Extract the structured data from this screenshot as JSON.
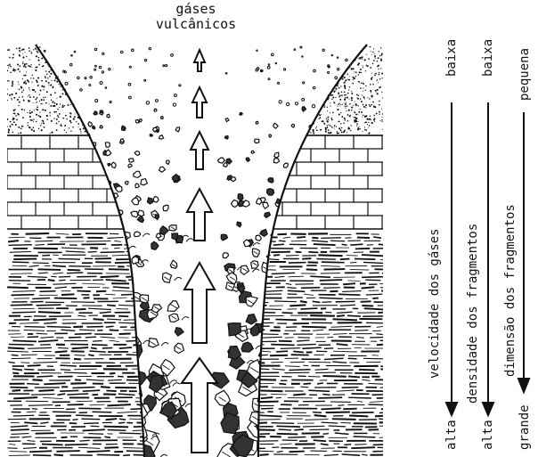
{
  "title": {
    "line1": "gáses",
    "line2": "vulcânicos"
  },
  "scales": [
    {
      "label": "velocidade dos gáses",
      "top": "baixa",
      "bottom": "alta"
    },
    {
      "label": "densidade dos fragmentos",
      "top": "baixa",
      "bottom": "alta"
    },
    {
      "label": "dimensão dos fragmentos",
      "top": "pequena",
      "bottom": "grande"
    }
  ],
  "colors": {
    "ink": "#111111",
    "background": "#ffffff"
  },
  "icons": {
    "gas_arrow": "up-arrow-icon",
    "scale_arrow": "down-arrow-icon"
  }
}
